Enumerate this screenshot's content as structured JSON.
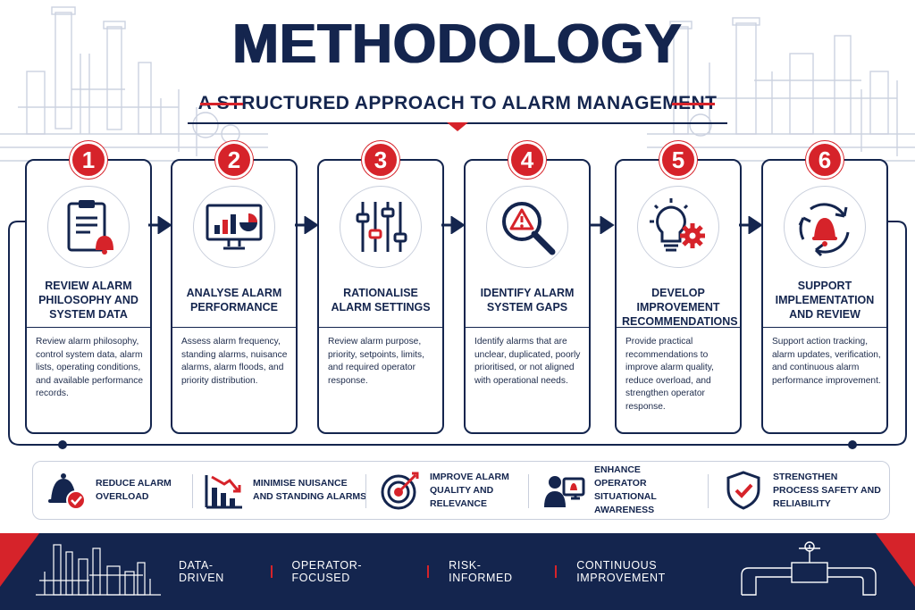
{
  "header": {
    "title": "METHODOLOGY",
    "subtitle": "A STRUCTURED APPROACH TO ALARM MANAGEMENT"
  },
  "steps": [
    {
      "number": "1",
      "title": "REVIEW ALARM PHILOSOPHY AND SYSTEM DATA",
      "description": "Review alarm philosophy, control system data, alarm lists, operating conditions, and available performance records.",
      "icon": "clipboard-bell-icon"
    },
    {
      "number": "2",
      "title": "ANALYSE ALARM PERFORMANCE",
      "description": "Assess alarm frequency, standing alarms, nuisance alarms, alarm floods, and priority distribution.",
      "icon": "monitor-chart-icon"
    },
    {
      "number": "3",
      "title": "RATIONALISE ALARM SETTINGS",
      "description": "Review alarm purpose, priority, setpoints, limits, and required operator response.",
      "icon": "sliders-icon"
    },
    {
      "number": "4",
      "title": "IDENTIFY ALARM SYSTEM GAPS",
      "description": "Identify alarms that are unclear, duplicated, poorly prioritised, or not aligned with operational needs.",
      "icon": "magnifier-warning-icon"
    },
    {
      "number": "5",
      "title": "DEVELOP IMPROVEMENT RECOMMENDATIONS",
      "description": "Provide practical recommendations to improve alarm quality, reduce overload, and strengthen operator response.",
      "icon": "bulb-gear-icon"
    },
    {
      "number": "6",
      "title": "SUPPORT IMPLEMENTATION AND REVIEW",
      "description": "Support action tracking, alarm updates, verification, and continuous alarm performance improvement.",
      "icon": "cycle-bell-icon"
    }
  ],
  "benefits": [
    {
      "label": "REDUCE ALARM OVERLOAD",
      "icon": "bell-check-icon"
    },
    {
      "label": "MINIMISE NUISANCE AND STANDING ALARMS",
      "icon": "declining-chart-icon"
    },
    {
      "label": "IMPROVE ALARM QUALITY AND RELEVANCE",
      "icon": "target-icon"
    },
    {
      "label": "ENHANCE OPERATOR SITUATIONAL AWARENESS",
      "icon": "operator-monitor-icon"
    },
    {
      "label": "STRENGTHEN PROCESS SAFETY AND RELIABILITY",
      "icon": "shield-check-icon"
    }
  ],
  "footer": {
    "items": [
      "DATA-DRIVEN",
      "OPERATOR-FOCUSED",
      "RISK-INFORMED",
      "CONTINUOUS IMPROVEMENT"
    ]
  },
  "colors": {
    "navy": "#14254e",
    "red": "#d6232a",
    "light_grey": "#c9cfdc"
  }
}
